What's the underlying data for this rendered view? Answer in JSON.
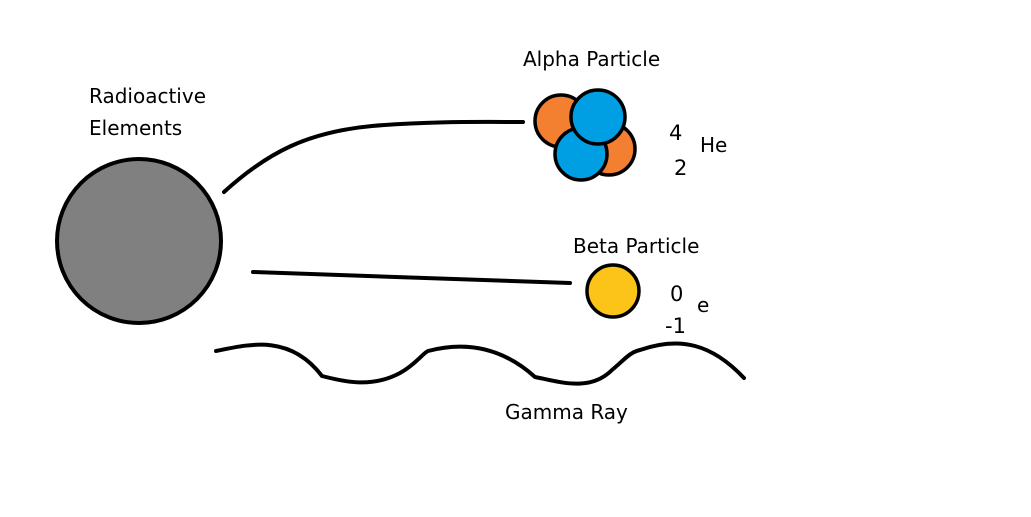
{
  "labels": {
    "source_line1": "Radioactive",
    "source_line2": "Elements",
    "alpha": "Alpha Particle",
    "beta": "Beta Particle",
    "gamma": "Gamma Ray"
  },
  "alpha_notation": {
    "mass_number": "4",
    "atomic_number": "2",
    "symbol": "He"
  },
  "beta_notation": {
    "mass_number": "0",
    "atomic_number": "-1",
    "symbol": "e"
  },
  "colors": {
    "element": "#808080",
    "proton": "#f28030",
    "neutron": "#009fe3",
    "beta": "#fcc419",
    "stroke": "#000000"
  }
}
